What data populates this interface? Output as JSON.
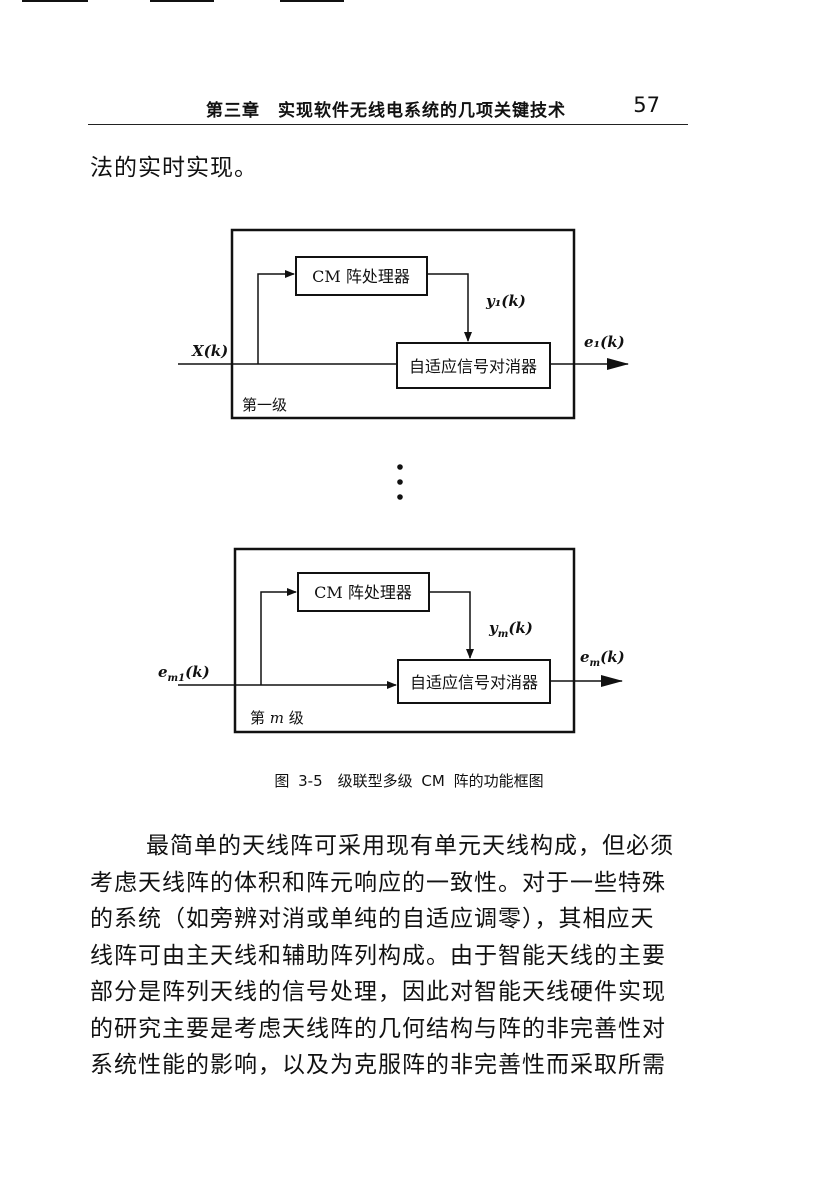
{
  "header": {
    "title": "第三章　实现软件无线电系统的几项关键技术",
    "page_number": "57"
  },
  "lead_line": "法的实时实现。",
  "figure": {
    "stage1": {
      "processor": "CM 阵处理器",
      "canceller": "自适应信号对消器",
      "input": "X(k)",
      "mid_signal": "y₁(k)",
      "output": "e₁(k)",
      "stage_label": "第一级"
    },
    "dots": "⋮",
    "stage_m": {
      "processor": "CM 阵处理器",
      "canceller": "自适应信号对消器",
      "input": "e_{m1}(k)",
      "input_main": "e",
      "input_sub": "m1",
      "input_tail": "(k)",
      "mid_main": "y",
      "mid_sub": "m",
      "mid_tail": "(k)",
      "out_main": "e",
      "out_sub": "m",
      "out_tail": "(k)",
      "stage_label_pre": "第 ",
      "stage_label_var": "m",
      "stage_label_post": " 级"
    },
    "caption": "图 3-5　级联型多级 CM 阵的功能框图"
  },
  "body_lines": [
    "最简单的天线阵可采用现有单元天线构成，但必须",
    "考虑天线阵的体积和阵元响应的一致性。对于一些特殊",
    "的系统（如旁辨对消或单纯的自适应调零），其相应天",
    "线阵可由主天线和辅助阵列构成。由于智能天线的主要",
    "部分是阵列天线的信号处理，因此对智能天线硬件实现",
    "的研究主要是考虑天线阵的几何结构与阵的非完善性对",
    "系统性能的影响，以及为克服阵的非完善性而采取所需"
  ]
}
